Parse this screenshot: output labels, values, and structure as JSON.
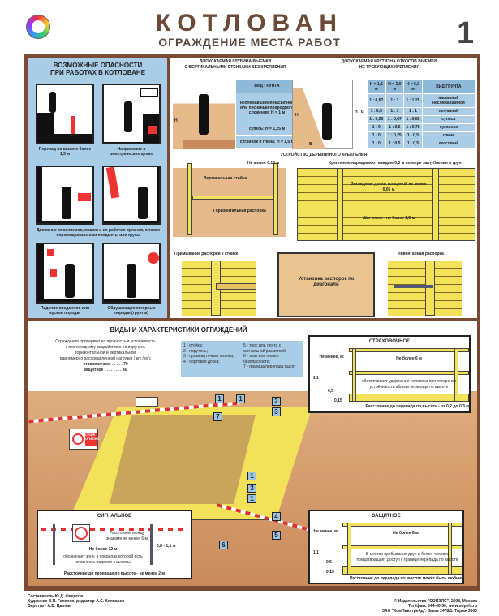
{
  "header": {
    "title": "КОТЛОВАН",
    "subtitle": "ОГРАЖДЕНИЕ МЕСТА РАБОТ",
    "poster_number": "1"
  },
  "hazards": {
    "title_line1": "ВОЗМОЖНЫЕ ОПАСНОСТИ",
    "title_line2": "ПРИ РАБОТАХ В КОТЛОВАНЕ",
    "items": [
      {
        "caption": "Перепад по высоте более 1,3 м"
      },
      {
        "caption": "Напряжение в электрических цепях"
      },
      {
        "caption": "Движение механизмов, машин и их рабочих органов, а также перемещаемые ими предметы или грузы"
      },
      {
        "caption": "Падение предметов или кусков породы"
      },
      {
        "caption": "Обрушающиеся горные породы (грунты)"
      }
    ]
  },
  "depth": {
    "title_line1": "ДОПУСКАЕМАЯ ГЛУБИНА ВЫЕМКИ",
    "title_line2": "С ВЕРТИКАЛЬНЫМИ СТЕНКАМИ БЕЗ КРЕПЛЕНИЯ",
    "h_label": "H",
    "header": "ВИД ГРУНТА",
    "rows": [
      "неслежавшийся насыпной или песчаный природного сложения: H = 1 м",
      "супесь: H = 1,25 м",
      "суглинок и глина: H = 1,5 м"
    ]
  },
  "slope": {
    "title_line1": "ДОПУСКАЕМАЯ КРУТИЗНА ОТКОСОВ ВЫЕМКИ,",
    "title_line2": "НЕ ТРЕБУЮЩИХ КРЕПЛЕНИЯ",
    "h_label": "H",
    "b_label": "B",
    "ratio_label": "H : B",
    "headers": [
      "H = 1,5 м",
      "H = 3,0 м",
      "H = 5,0 м",
      "ВИД ГРУНТА"
    ],
    "rows": [
      [
        "1 : 0,67",
        "1 : 1",
        "1 : 1,25",
        "насыпной неслежавшийся"
      ],
      [
        "1 : 0,5",
        "1 : 1",
        "1 : 1",
        "песчаный"
      ],
      [
        "1 : 0,25",
        "1 : 0,67",
        "1 : 0,85",
        "супесь"
      ],
      [
        "1 : 0",
        "1 : 0,5",
        "1 : 0,75",
        "суглинок"
      ],
      [
        "1 : 0",
        "1 : 0,25",
        "1 : 0,5",
        "глина"
      ],
      [
        "1 : 0",
        "1 : 0,5",
        "1 : 0,5",
        "лессовый"
      ]
    ]
  },
  "timber": {
    "title": "УСТРОЙСТВО ДЕРЕВЯННОГО КРЕПЛЕНИЯ",
    "min_height": "Не менее 0,15 м",
    "vertical_post": "Вертикальная стойка",
    "horizontal_strut": "Горизонтальная распорка",
    "extension_note": "Крепление наращивают каждые 0,5 м по мере заглубления в грунт",
    "boards": "Закладные доски толщиной не менее 0,05 м",
    "post_step": "Шаг стоек - не более 1,5 м",
    "joint": "Примыкание распорки к стойке",
    "diagonal": "Установка распорок по диагонали",
    "inventory": "Инвентарная распорка"
  },
  "fences": {
    "title": "ВИДЫ И ХАРАКТЕРИСТИКИ ОГРАЖДЕНИЙ",
    "strength_text": [
      "Ограждения проверяют на прочность и устойчивость",
      "к поочередному воздействию на поручень",
      "горизонтальной и вертикальной",
      "равномерно распределенной нагрузки ( кгс / м ):"
    ],
    "loads": [
      "страховочное . . . . . 70",
      "защитное . . . . . . . . 40"
    ],
    "legend": [
      "1 - стойка;",
      "2 - поручень;",
      "3 - промежуточная планка;",
      "4 - бортовая доска;",
      "5 - трос или лента с сигнальной разметкой;",
      "6 - знак или плакат безопасности;",
      "7 - граница перепада высот"
    ],
    "tags": [
      "1",
      "1",
      "2",
      "3",
      "7",
      "1",
      "4",
      "5",
      "6",
      "3",
      "1"
    ],
    "sign_text": "СТОЙ! ОПАСНО"
  },
  "safety": {
    "title": "СТРАХОВОЧНОЕ",
    "min_label": "Не менее, м:",
    "h1": "1,1",
    "h2": "0,5",
    "h3": "0,15",
    "span": "Не более 6 м",
    "note": "обеспечивает удержание человека при потере им устойчивости вблизи перепада по высоте",
    "distance": "Расстояние до перепада по высоте - от 0,2 до 0,3 м"
  },
  "signal": {
    "title": "СИГНАЛЬНОЕ",
    "signs_distance": "Расстояние между знаками не менее 6 м",
    "span": "Не более 12 м",
    "height": "0,8 - 1,1 м",
    "note": "обозначает зону, в пределах которой есть опасность падения с высоты",
    "distance": "Расстояние до перепада по высоте - не менее 2 м"
  },
  "protective": {
    "title": "ЗАЩИТНОЕ",
    "min_label": "Не менее, м:",
    "h1": "1,1",
    "h2": "0,5",
    "h3": "0,15",
    "span": "Не более 6 м",
    "note": "В местах пребывания двух и более человек предотвращает доступ к границе перепада по высоте",
    "distance": "Расстояние до перепада по высоте может быть любым"
  },
  "footer": {
    "left": [
      "Составитель Ю.Д. Федотов",
      "Художник В.П. Голенев, редактор А.С. Кляпарик",
      "Верстка - А.В. Цыпов"
    ],
    "right": [
      "© Издательство \"СОПЭЛС\", 2008, Москва",
      "Тел/факс 644-40-30; www.sopels.ru",
      "ЗАО \"КомПью трейд\". Заказ 2478/1. Тираж 3000"
    ]
  },
  "colors": {
    "frame": "#7a4a33",
    "blue": "#a9cde6",
    "wood": "#f2e25a",
    "sand": "#d9a272",
    "danger": "#e03030"
  }
}
